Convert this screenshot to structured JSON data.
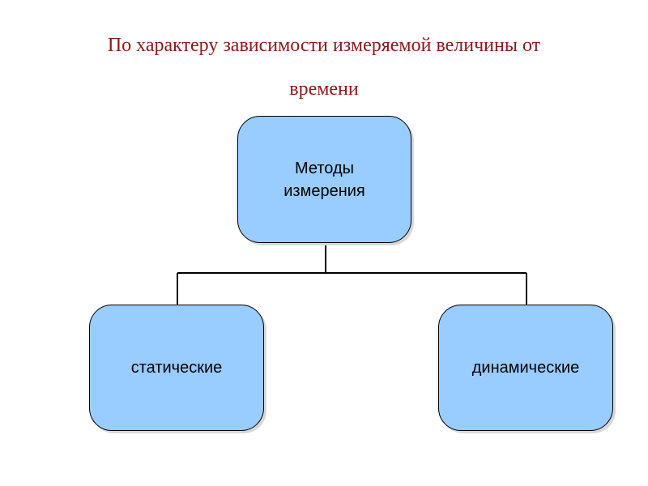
{
  "title": {
    "line1": "По характеру зависимости измеряемой величины от",
    "line2": "времени"
  },
  "diagram": {
    "root": {
      "label": "Методы\nизмерения"
    },
    "children": [
      {
        "label": "статические"
      },
      {
        "label": "динамические"
      }
    ]
  },
  "colors": {
    "title": "#8b1a1a",
    "node_fill": "#99ccff",
    "connector": "#000000"
  }
}
